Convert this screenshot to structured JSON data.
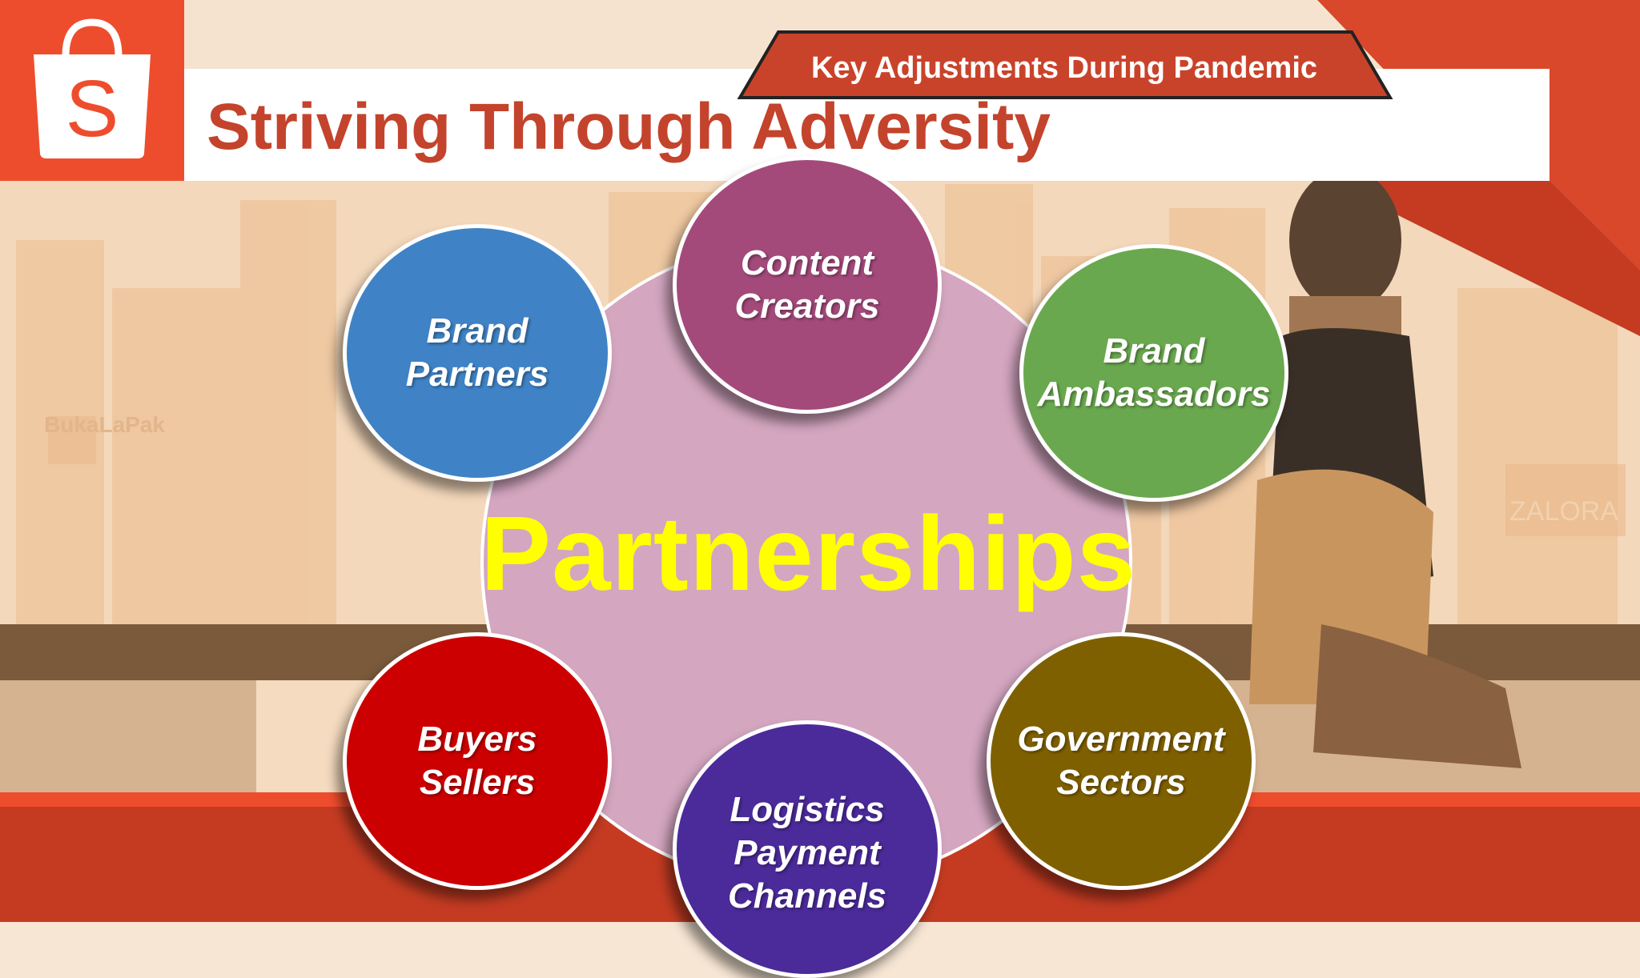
{
  "header": {
    "subtitle": "Key Adjustments During Pandemic",
    "title": "Striving Through Adversity"
  },
  "logo": {
    "letter": "S",
    "color": "#ee4d2d"
  },
  "background_signs": {
    "left": "BukaLaPak",
    "right": "ZALORA"
  },
  "diagram": {
    "center": "Partnerships",
    "nodes": {
      "content_creators": {
        "line1": "Content",
        "line2": "Creators",
        "color": "#a34a7b"
      },
      "brand_partners": {
        "line1": "Brand",
        "line2": "Partners",
        "color": "#3f83c6"
      },
      "brand_ambassadors": {
        "line1": "Brand",
        "line2": "Ambassadors",
        "color": "#6aa84f"
      },
      "buyers_sellers": {
        "line1": "Buyers",
        "line2": "Sellers",
        "color": "#cc0000"
      },
      "government_sectors": {
        "line1": "Government",
        "line2": "Sectors",
        "color": "#7f6000"
      },
      "logistics": {
        "line1": "Logistics",
        "line2": "Payment",
        "line3": "Channels",
        "color": "#4b2a9a"
      }
    }
  }
}
